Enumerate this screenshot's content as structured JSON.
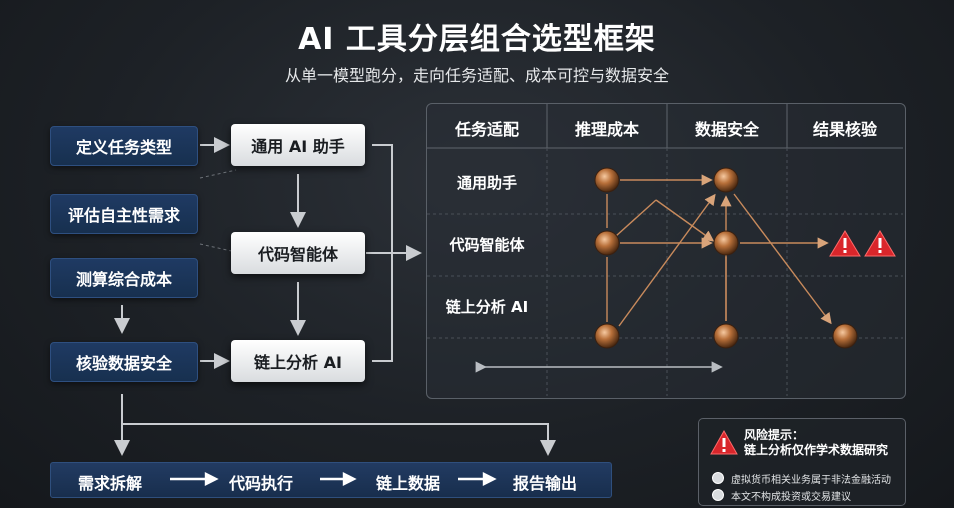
{
  "title": "AI 工具分层组合选型框架",
  "subtitle": "从单一模型跑分，走向任务适配、成本可控与数据安全",
  "left_steps": [
    "定义任务类型",
    "评估自主性需求",
    "测算综合成本",
    "核验数据安全"
  ],
  "tools": [
    "通用 AI 助手",
    "代码智能体",
    "链上分析 AI"
  ],
  "matrix": {
    "columns": [
      "任务适配",
      "推理成本",
      "数据安全",
      "结果核验"
    ],
    "rows": [
      "通用助手",
      "代码智能体",
      "链上分析 AI"
    ]
  },
  "pipeline": [
    "需求拆解",
    "代码执行",
    "链上数据",
    "报告输出"
  ],
  "warning": {
    "title_line1": "风险提示：",
    "title_line2": "链上分析仅作学术数据研究",
    "bullets": [
      "虚拟货币相关业务属于非法金融活动",
      "本文不构成投资或交易建议"
    ]
  },
  "colors": {
    "navy": "#1f3a63",
    "accent_copper": "#b8703a",
    "warning_red": "#d9262b"
  }
}
